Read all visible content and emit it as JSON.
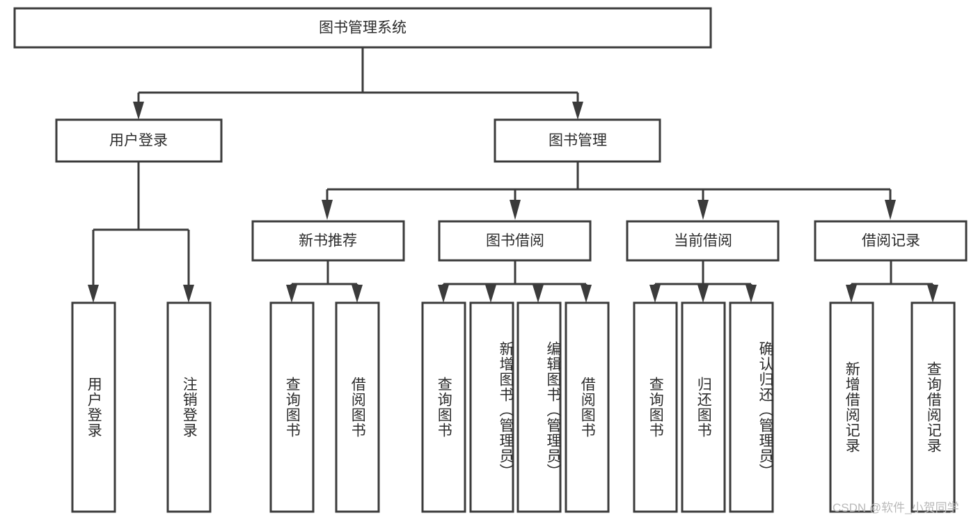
{
  "diagram": {
    "kind": "hierarchy-tree",
    "title": "图书管理系统",
    "background_color": "#ffffff",
    "line_color": "#3b3b3b",
    "text_color": "#2b2b2b",
    "root": {
      "label": "图书管理系统"
    },
    "level2": [
      {
        "label": "用户登录"
      },
      {
        "label": "图书管理"
      }
    ],
    "level3": [
      {
        "label": "新书推荐"
      },
      {
        "label": "图书借阅"
      },
      {
        "label": "当前借阅"
      },
      {
        "label": "借阅记录"
      }
    ],
    "leaves": {
      "user_login": [
        {
          "label": "用户登录"
        },
        {
          "label": "注销登录"
        }
      ],
      "new_book_recommend": [
        {
          "label": "查询图书"
        },
        {
          "label": "借阅图书"
        }
      ],
      "book_borrow": [
        {
          "label": "查询图书"
        },
        {
          "label": "新增图书（管理员）"
        },
        {
          "label": "编辑图书（管理员）"
        },
        {
          "label": "借阅图书"
        }
      ],
      "current_borrow": [
        {
          "label": "查询图书"
        },
        {
          "label": "归还图书"
        },
        {
          "label": "确认归还（管理员）"
        }
      ],
      "borrow_record": [
        {
          "label": "新增借阅记录"
        },
        {
          "label": "查询借阅记录"
        }
      ]
    }
  },
  "watermark": {
    "text": "CSDN @软件_小贺同学"
  }
}
